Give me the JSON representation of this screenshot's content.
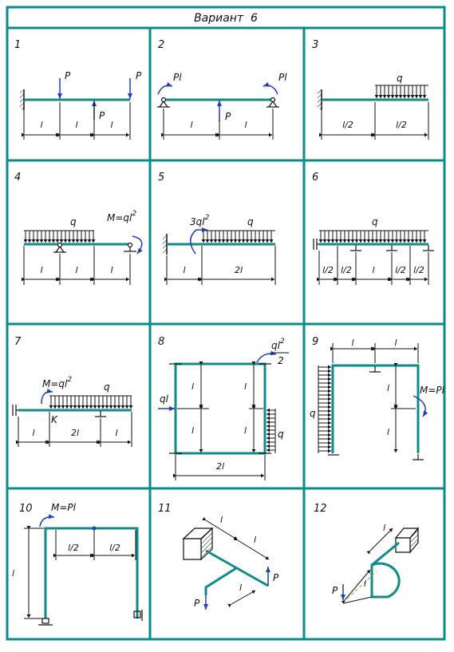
{
  "title": "Вариант  6",
  "colors": {
    "frame": "#0a8c8c",
    "beam": "#128a8a",
    "load": "#1f3fb8",
    "ink": "#111111"
  },
  "cells": [
    {
      "number": "1",
      "labels": {
        "p1": "P",
        "p2": "P",
        "p3": "P",
        "d1": "l",
        "d2": "l",
        "d3": "l"
      }
    },
    {
      "number": "2",
      "labels": {
        "m1": "Pl",
        "m2": "Pl",
        "p": "P",
        "d1": "l",
        "d2": "l"
      }
    },
    {
      "number": "3",
      "labels": {
        "q": "q",
        "d1": "l/2",
        "d2": "l/2"
      }
    },
    {
      "number": "4",
      "labels": {
        "q": "q",
        "m": "M=ql",
        "m_exp": "2",
        "d1": "l",
        "d2": "l",
        "d3": "l"
      }
    },
    {
      "number": "5",
      "labels": {
        "m": "3ql",
        "m_exp": "2",
        "q": "q",
        "d1": "l",
        "d2": "2l"
      }
    },
    {
      "number": "6",
      "labels": {
        "q": "q",
        "d1": "l/2",
        "d2": "l/2",
        "d3": "l",
        "d4": "l/2",
        "d5": "l/2"
      }
    },
    {
      "number": "7",
      "labels": {
        "m": "M=ql",
        "m_exp": "2",
        "q": "q",
        "k": "K",
        "d1": "l",
        "d2": "2l",
        "d3": "l"
      }
    },
    {
      "number": "8",
      "labels": {
        "m_num": "ql",
        "m_exp": "2",
        "m_den": "2",
        "ql": "ql",
        "q": "q",
        "v1": "l",
        "v2": "l",
        "v3": "l",
        "v4": "l",
        "d": "2l"
      }
    },
    {
      "number": "9",
      "labels": {
        "d1": "l",
        "d2": "l",
        "q": "q",
        "m": "M=Pl",
        "v1": "l",
        "v2": "l"
      }
    },
    {
      "number": "10",
      "labels": {
        "m": "M=Pl",
        "d1": "l/2",
        "d2": "l/2",
        "v": "l"
      }
    },
    {
      "number": "11",
      "labels": {
        "d1": "l",
        "d2": "l",
        "d3": "l",
        "p1": "P",
        "p2": "P"
      }
    },
    {
      "number": "12",
      "labels": {
        "d1": "l",
        "d2": "l",
        "p": "P"
      }
    }
  ]
}
